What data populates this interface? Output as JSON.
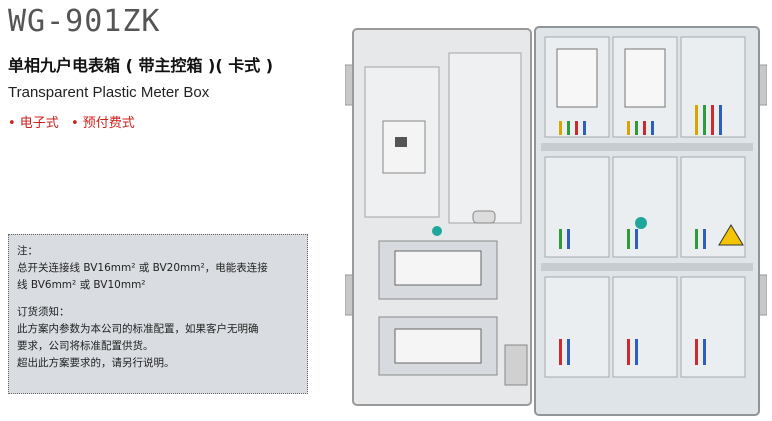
{
  "header": {
    "model": "WG-901ZK",
    "title_cn": "单相九户电表箱 ( 带主控箱 )( 卡式 )",
    "title_en": "Transparent Plastic Meter Box"
  },
  "features": [
    "• 电子式",
    "• 预付费式"
  ],
  "note": {
    "label": "注：",
    "line1": "总开关连接线 BV16mm² 或 BV20mm²，电能表连接",
    "line2": "线 BV6mm² 或 BV10mm²"
  },
  "order": {
    "label": "订货须知：",
    "line1": "此方案内参数为本公司的标准配置，如果客户无明确",
    "line2": "要求，公司将标准配置供货。",
    "line3": "超出此方案要求的，请另行说明。"
  },
  "colors": {
    "feature_red": "#d0201b",
    "note_bg": "#d9dde2",
    "model_gray": "#555555"
  }
}
